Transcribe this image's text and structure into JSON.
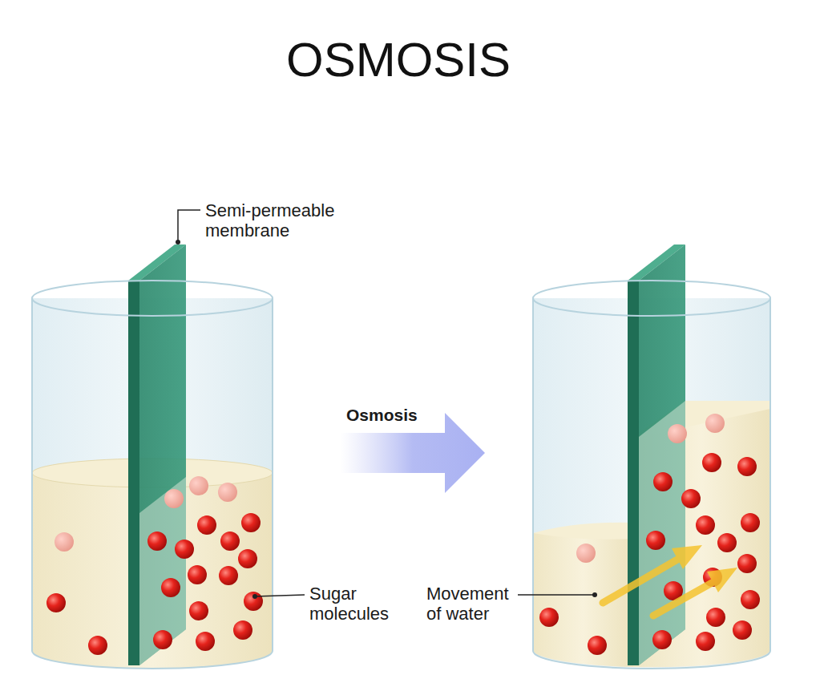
{
  "diagram": {
    "title": "OSMOSIS",
    "labels": [
      "Semi-permeable membrane",
      "Osmosis",
      "Sugar molecules",
      "Movement of water"
    ]
  }
}
